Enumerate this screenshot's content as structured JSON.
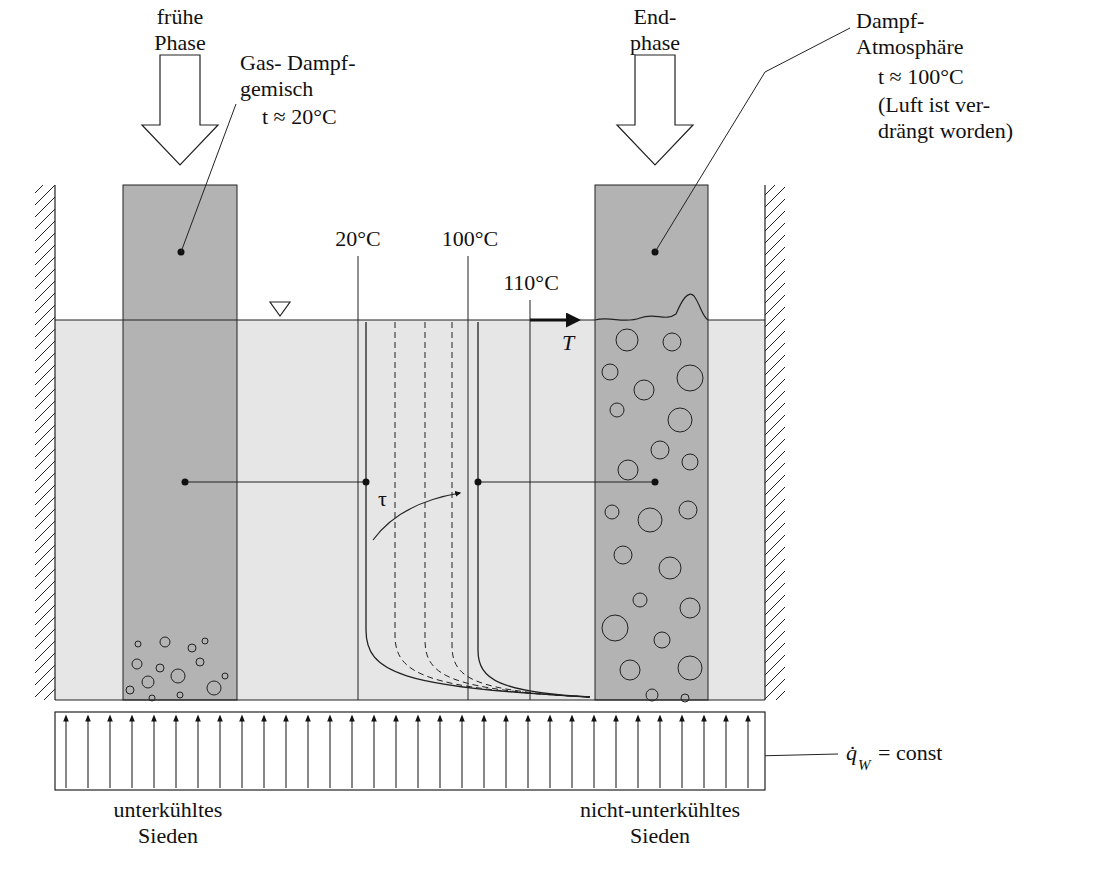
{
  "diagram": {
    "labels": [
      "frühe Phase",
      "End- phase",
      "Gas- Dampf- gemisch",
      "t ≈ 20°C",
      "Dampf- Atmosphäre",
      "t ≈ 100°C",
      "(Luft ist ver- drängt worden)",
      "20°C",
      "100°C",
      "110°C",
      "T",
      "τ",
      "unterkühltes Sieden",
      "nicht-unterkühltes Sieden",
      "q̇",
      "W",
      "= const"
    ]
  }
}
